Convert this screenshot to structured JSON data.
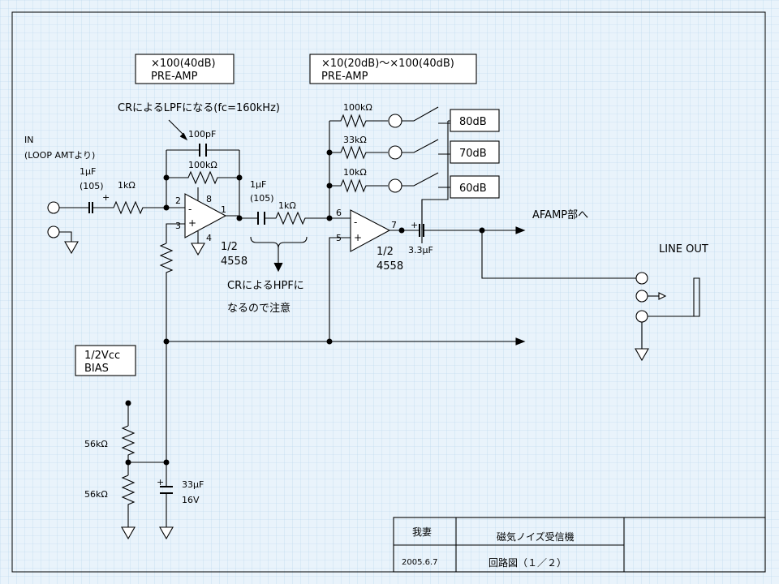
{
  "boxes": {
    "preamp1_line1": "×100(40dB)",
    "preamp1_line2": "PRE-AMP",
    "preamp2_line1": "×10(20dB)～×100(40dB)",
    "preamp2_line2": "PRE-AMP",
    "gain80": "80dB",
    "gain70": "70dB",
    "gain60": "60dB",
    "bias_line1": "1/2Vcc",
    "bias_line2": "BIAS"
  },
  "notes": {
    "lpf": "CRによるLPFになる(fc=160kHz)",
    "hpf_line1": "CRによるHPFに",
    "hpf_line2": "なるので注意",
    "afamp": "AFAMP部へ",
    "line_out": "LINE OUT",
    "in_label": "IN",
    "in_source": "(LOOP AMTより)"
  },
  "components": {
    "c_in": "1μF",
    "c_in_code": "(105)",
    "r_in": "1kΩ",
    "c_fb": "100pF",
    "r_fb": "100kΩ",
    "c_couple": "1μF",
    "c_couple_code": "(105)",
    "r_couple": "1kΩ",
    "r_80": "100kΩ",
    "r_70": "33kΩ",
    "r_60": "10kΩ",
    "c_out": "3.3μF",
    "r_bias_top": "56kΩ",
    "r_bias_bot": "56kΩ",
    "c_bias": "33μF",
    "c_bias_v": "16V",
    "op1_half": "1/2",
    "op1_part": "4558",
    "op2_half": "1/2",
    "op2_part": "4558"
  },
  "pins": {
    "op1_p2": "2",
    "op1_p3": "3",
    "op1_p8": "8",
    "op1_p1": "1",
    "op1_p4": "4",
    "op2_p6": "6",
    "op2_p5": "5",
    "op2_p7": "7",
    "minus": "-",
    "plus": "+"
  },
  "title_block": {
    "author": "我妻",
    "project": "磁気ノイズ受信機",
    "date": "2005.6.7",
    "sheet": "回路図（１／２）"
  }
}
